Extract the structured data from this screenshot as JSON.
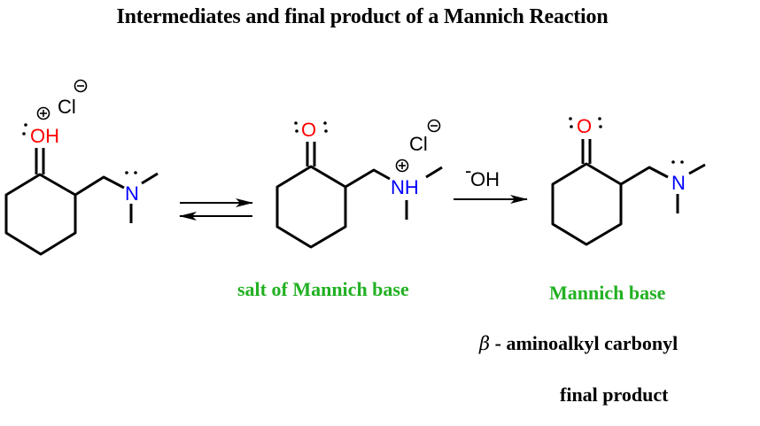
{
  "title": "Intermediates and final product of a Mannich Reaction",
  "colors": {
    "oxygen": "#ff0000",
    "nitrogen": "#0000ff",
    "bond": "#000000",
    "label_green": "#22b022"
  },
  "molecule1": {
    "oxygen_label": "OH",
    "oxygen_charge": "+",
    "counterion": "Cl",
    "counterion_charge": "−",
    "nitrogen_label": "N"
  },
  "equilibrium_arrow": {
    "type": "double-headed equilibrium"
  },
  "molecule2": {
    "oxygen_label": "O",
    "counterion": "Cl",
    "counterion_charge": "−",
    "nitrogen_label": "NH",
    "nitrogen_charge": "+",
    "caption": "salt of Mannich base"
  },
  "reaction_arrow": {
    "reagent_charge": "-",
    "reagent": "OH"
  },
  "molecule3": {
    "oxygen_label": "O",
    "nitrogen_label": "N",
    "caption": "Mannich base",
    "subcaption_symbol": "β",
    "subcaption_text": " - aminoalkyl carbonyl",
    "subcaption2": "final product"
  }
}
